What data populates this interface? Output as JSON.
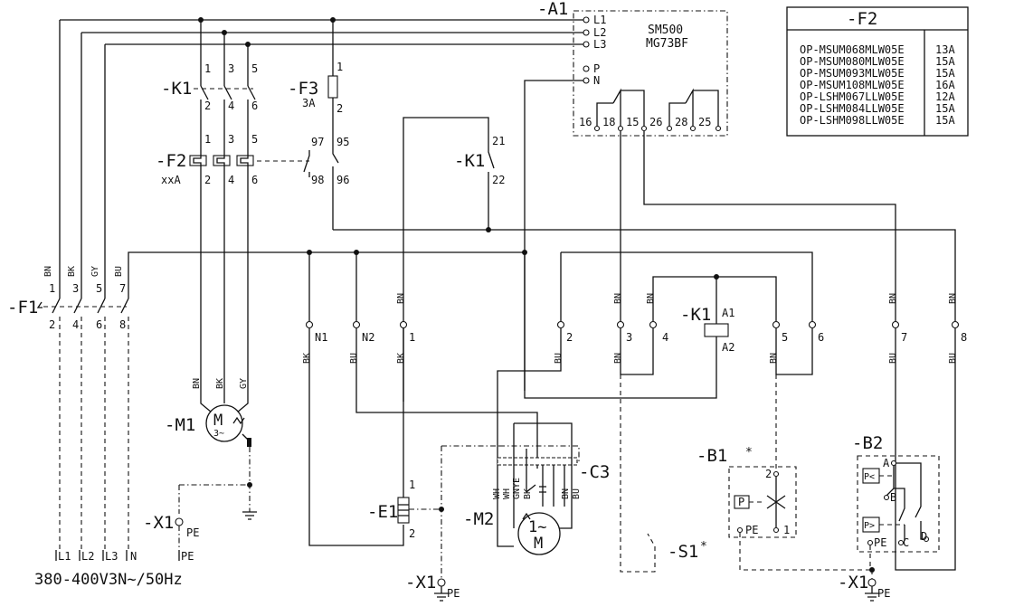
{
  "components": {
    "A1": {
      "ref": "-A1",
      "model": "SM500",
      "code": "MG73BF",
      "terminals": [
        "L1",
        "L2",
        "L3",
        "P",
        "N",
        "16",
        "18",
        "15",
        "26",
        "28",
        "25"
      ]
    },
    "F2_table": {
      "ref": "-F2",
      "rows": [
        {
          "model": "OP-MSUM068MLW05E",
          "rating": "13A"
        },
        {
          "model": "OP-MSUM080MLW05E",
          "rating": "15A"
        },
        {
          "model": "OP-MSUM093MLW05E",
          "rating": "15A"
        },
        {
          "model": "OP-MSUM108MLW05E",
          "rating": "16A"
        },
        {
          "model": "OP-LSHM067LLW05E",
          "rating": "12A"
        },
        {
          "model": "OP-LSHM084LLW05E",
          "rating": "15A"
        },
        {
          "model": "OP-LSHM098LLW05E",
          "rating": "15A"
        }
      ]
    },
    "K1": {
      "ref": "-K1",
      "main_top": [
        "1",
        "3",
        "5"
      ],
      "main_bottom": [
        "2",
        "4",
        "6"
      ],
      "aux_top": "21",
      "aux_bottom": "22",
      "coil_top": "A1",
      "coil_bottom": "A2"
    },
    "F3": {
      "ref": "-F3",
      "rating": "3A",
      "top": "1",
      "bottom": "2"
    },
    "F2": {
      "ref": "-F2",
      "rating": "xxA",
      "top": [
        "1",
        "3",
        "5"
      ],
      "bottom": [
        "2",
        "4",
        "6"
      ],
      "aux": [
        "97",
        "95",
        "98",
        "96"
      ]
    },
    "F1": {
      "ref": "-F1",
      "top": [
        "1",
        "3",
        "5",
        "7"
      ],
      "bottom": [
        "2",
        "4",
        "6",
        "8"
      ],
      "wires": [
        "BN",
        "BK",
        "GY",
        "BU"
      ]
    },
    "M1": {
      "ref": "-M1",
      "symbol": "M",
      "sub": "3~",
      "wires": [
        "BN",
        "BK",
        "GY"
      ]
    },
    "M2": {
      "ref": "-M2",
      "symbol": "1~",
      "sub": "M"
    },
    "C3": {
      "ref": "-C3",
      "wires": [
        "WH",
        "WH",
        "GNYE",
        "BK",
        "BN",
        "BU"
      ]
    },
    "E1": {
      "ref": "-E1",
      "top": "1",
      "bottom": "2"
    },
    "B1": {
      "ref": "-B1",
      "star": "*",
      "t2": "2",
      "t1": "1",
      "pe": "PE",
      "p": "P"
    },
    "B2": {
      "ref": "-B2",
      "labels": [
        "A",
        "B",
        "C",
        "D",
        "P<",
        "P>",
        "PE"
      ]
    },
    "S1": {
      "ref": "-S1",
      "star": "*"
    },
    "X1": {
      "ref": "-X1",
      "pe": "PE"
    }
  },
  "terminal_strip": [
    {
      "id": "N1",
      "top": "",
      "bottom": "BK"
    },
    {
      "id": "N2",
      "top": "",
      "bottom": "BU"
    },
    {
      "id": "1",
      "top": "BN",
      "bottom": "BK"
    },
    {
      "id": "2",
      "top": "",
      "bottom": "BU"
    },
    {
      "id": "3",
      "top": "BN",
      "bottom": "BN"
    },
    {
      "id": "4",
      "top": "BN",
      "bottom": ""
    },
    {
      "id": "5",
      "top": "",
      "bottom": "BN"
    },
    {
      "id": "6",
      "top": "",
      "bottom": ""
    },
    {
      "id": "7",
      "top": "BN",
      "bottom": "BU"
    },
    {
      "id": "8",
      "top": "BN",
      "bottom": "BU"
    }
  ],
  "supply": {
    "lines": [
      "L1",
      "L2",
      "L3",
      "N"
    ],
    "pe": "PE",
    "text": "380-400V3N~/50Hz"
  }
}
